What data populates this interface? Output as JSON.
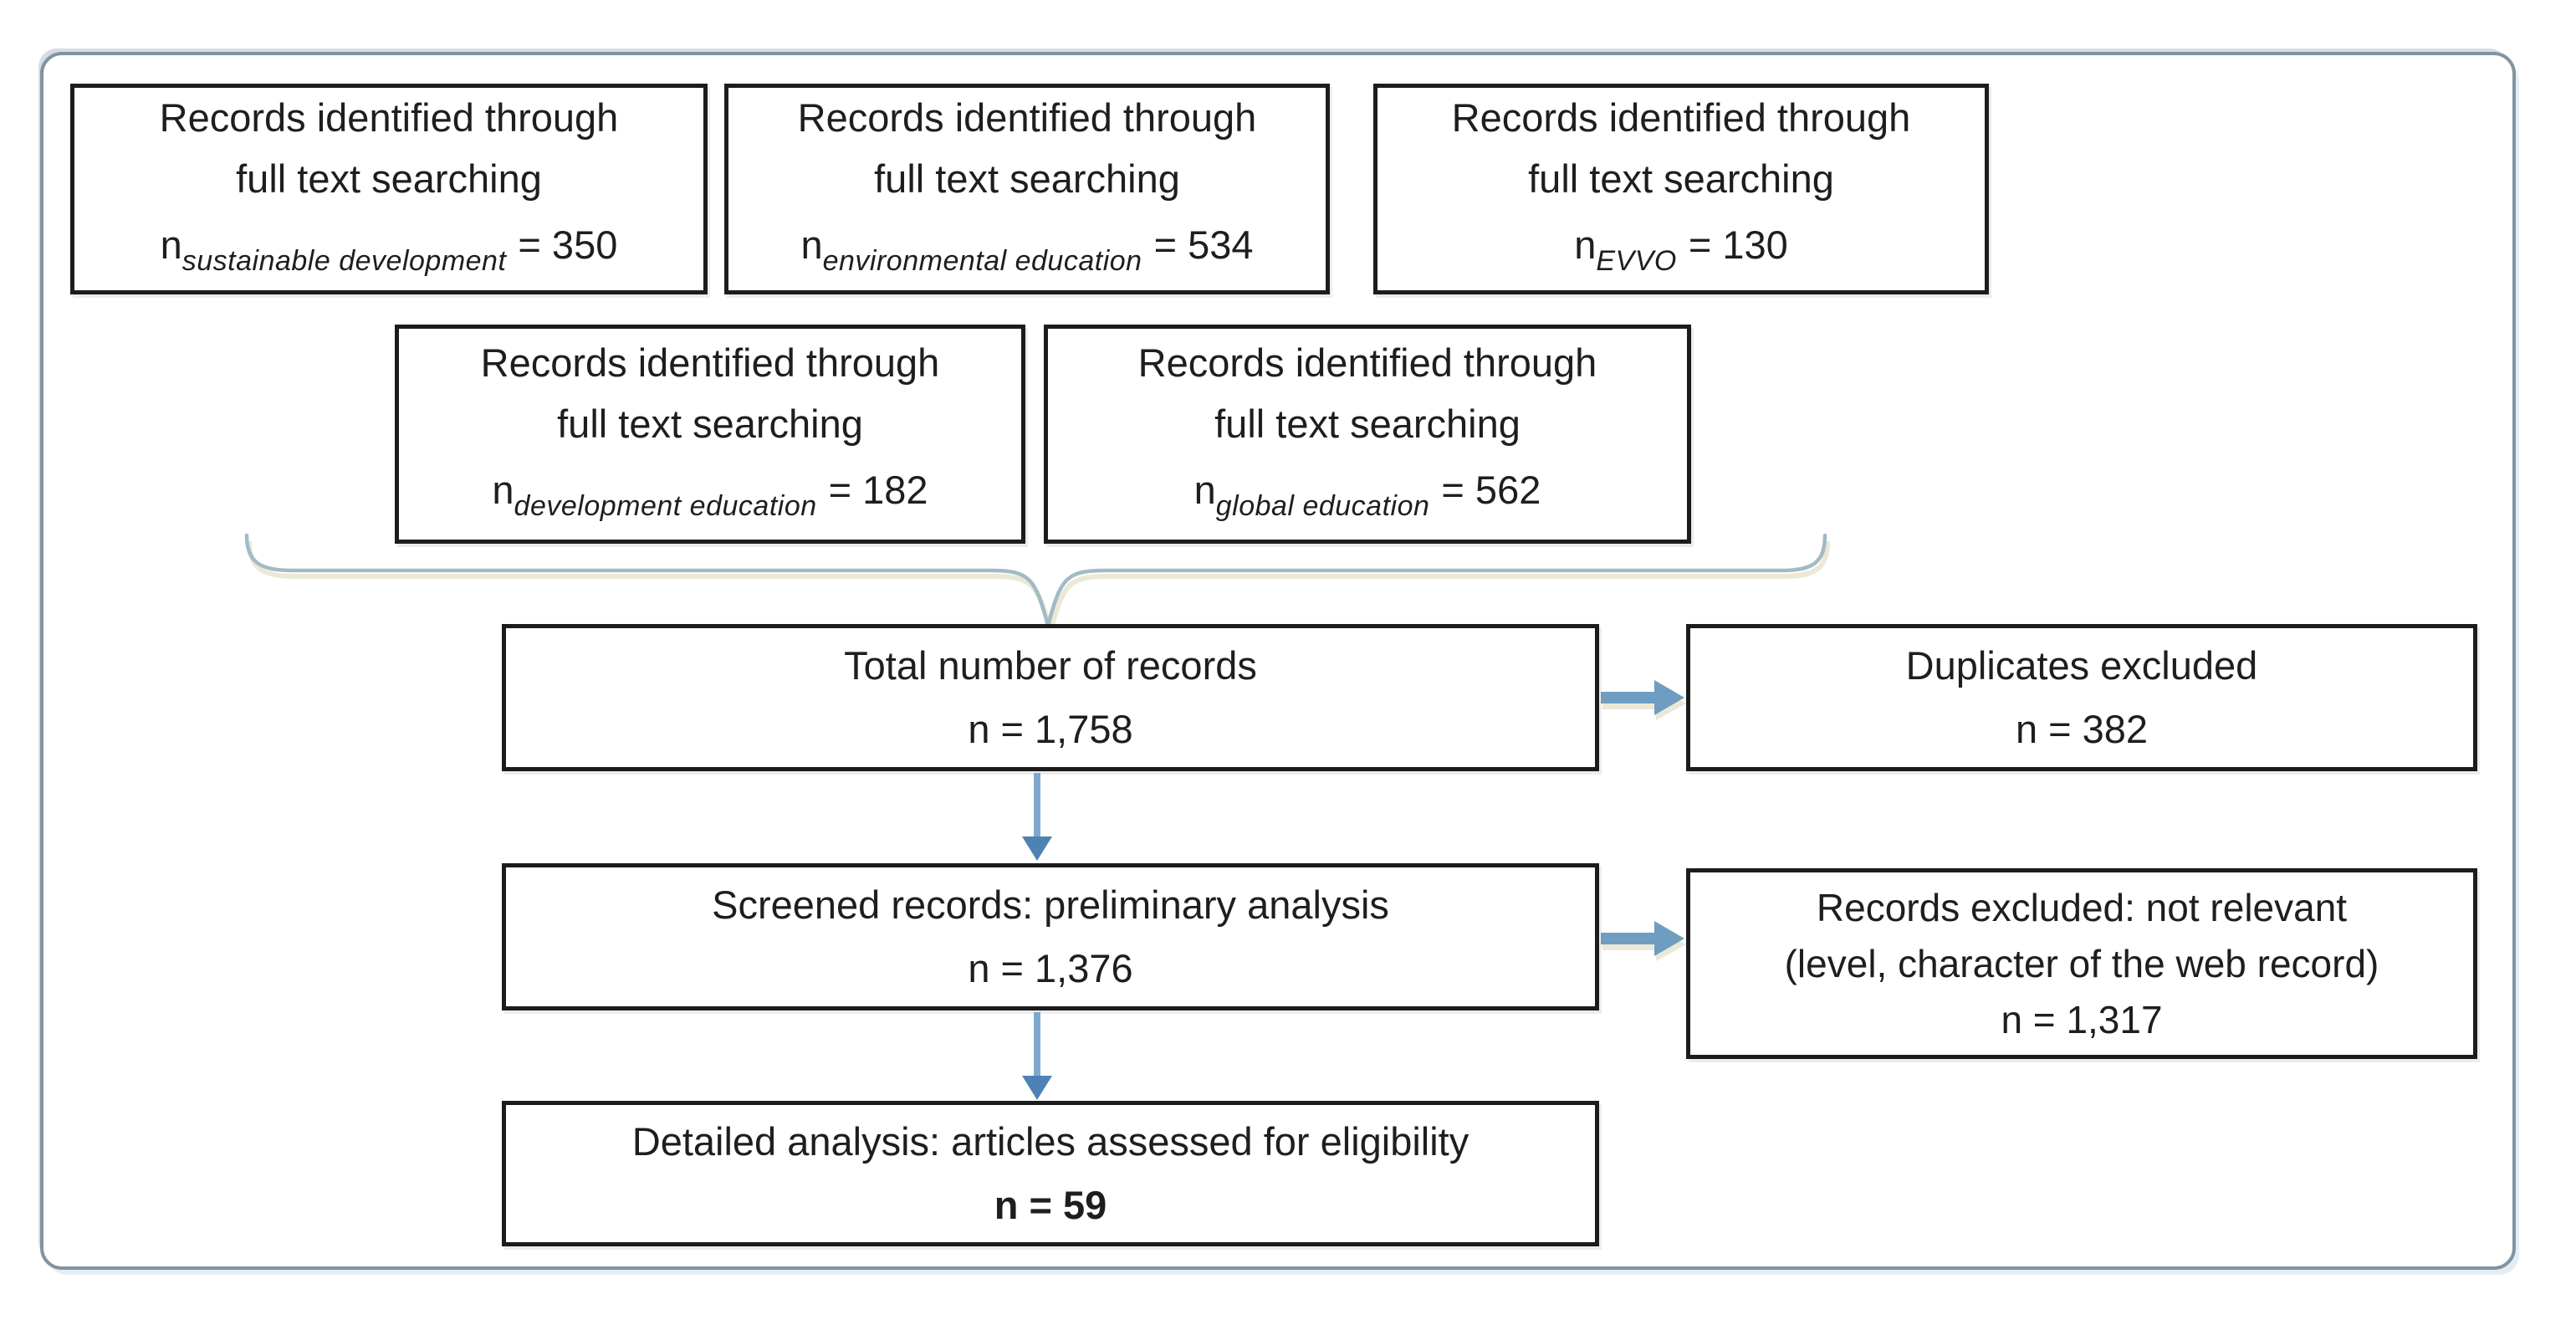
{
  "source_boxes": [
    {
      "line1": "Records identified through",
      "line2": "full text searching",
      "n": "n",
      "subscript": "sustainable development",
      "value": "= 350"
    },
    {
      "line1": "Records identified through",
      "line2": "full text searching",
      "n": "n",
      "subscript": "environmental education",
      "value": "= 534"
    },
    {
      "line1": "Records identified through",
      "line2": "full text searching",
      "n": "n",
      "subscript": "EVVO",
      "value": "= 130"
    },
    {
      "line1": "Records identified through",
      "line2": "full text searching",
      "n": "n",
      "subscript": "development education",
      "value": "= 182"
    },
    {
      "line1": "Records identified through",
      "line2": "full text searching",
      "n": "n",
      "subscript": "global education",
      "value": "= 562"
    }
  ],
  "process": {
    "total": {
      "line1": "Total number of records",
      "line2": "n = 1,758"
    },
    "duplicates": {
      "line1": "Duplicates excluded",
      "line2": "n = 382"
    },
    "screened": {
      "line1": "Screened records: preliminary analysis",
      "line2": "n = 1,376"
    },
    "excluded": {
      "line1": "Records excluded: not relevant",
      "line2": "(level, character of the web record)",
      "line3": "n = 1,317"
    },
    "detailed": {
      "line1": "Detailed analysis: articles assessed for eligibility",
      "line2": "n = 59"
    }
  },
  "colors": {
    "box_border": "#1c1c1c",
    "outer_border": "#82939f",
    "horizontal_arrow": "#6f9dc1",
    "vertical_arrow_shaft": "#7fa9cc",
    "vertical_arrow_head": "#4f82b4",
    "brace": "#a2bac5"
  }
}
